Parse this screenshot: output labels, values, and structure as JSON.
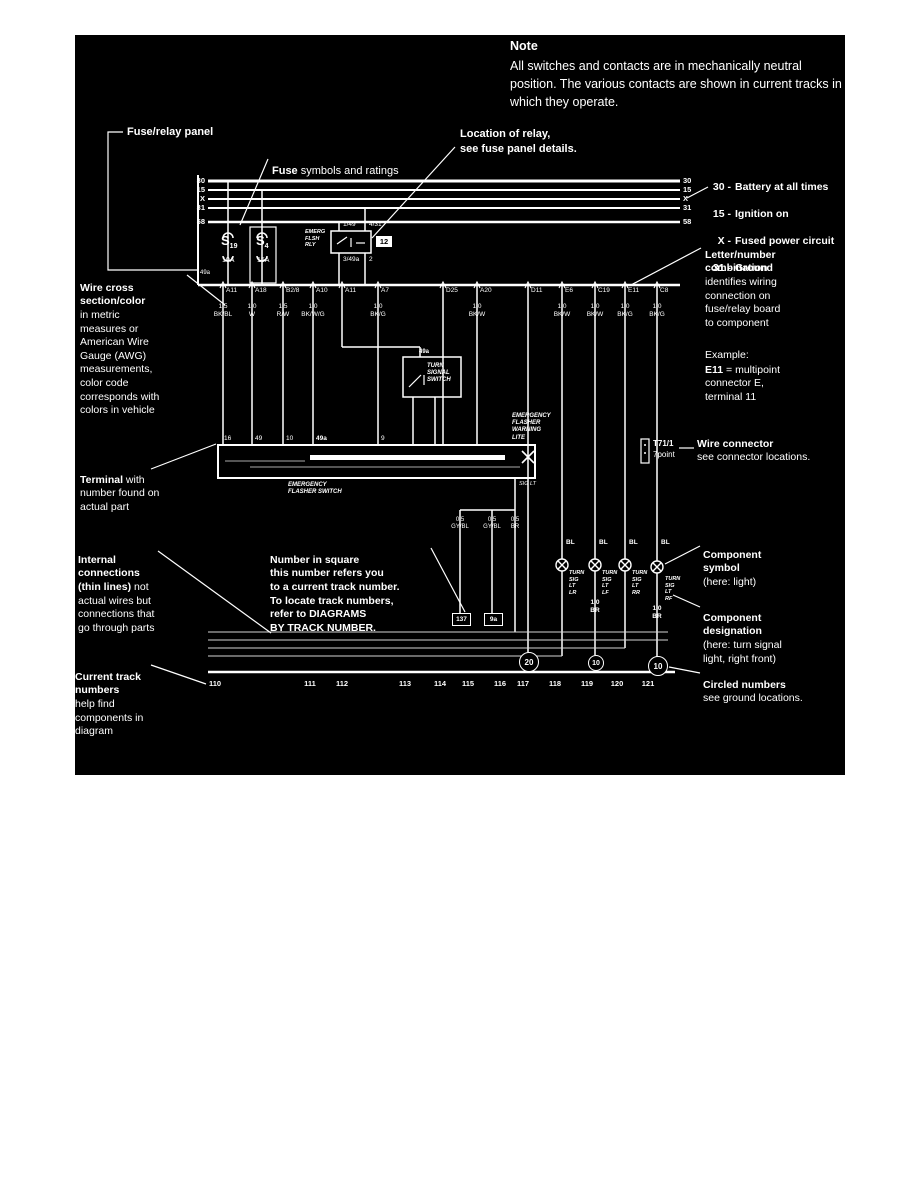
{
  "note": {
    "title": "Note",
    "body": "All switches and contacts are in mechanically neutral position. The various contacts are shown in current tracks in which they operate."
  },
  "callouts": {
    "fuse_relay_panel": "Fuse/relay panel",
    "fuse_symbols": {
      "bold": "Fuse",
      "rest": " symbols and ratings"
    },
    "location_of_relay": "Location of relay,\nsee fuse panel details.",
    "bus_legend": [
      {
        "num": "30 -",
        "text": "Battery at all times"
      },
      {
        "num": "15 -",
        "text": "Ignition on"
      },
      {
        "num": "X -",
        "text": "Fused power circuit"
      },
      {
        "num": "31 -",
        "text": "Ground"
      }
    ],
    "letter_number": {
      "bold": "Letter/number\ncombination",
      "rest": "\nidentifies wiring\nconnection on\nfuse/relay board\nto component",
      "example_label": "Example:",
      "example_bold": "E11",
      "example_rest": " = multipoint\nconnector E,\nterminal 11"
    },
    "wire_cross": {
      "bold": "Wire cross\nsection/color",
      "rest": "\nin metric\nmeasures or\nAmerican Wire\nGauge (AWG)\nmeasurements,\ncolor code\ncorresponds with\ncolors in vehicle"
    },
    "terminal": {
      "bold": "Terminal",
      "rest": " with\nnumber found on\nactual part"
    },
    "internal": {
      "bold": "Internal\nconnections\n(thin lines)",
      "rest": " not\nactual wires but\nconnections that\ngo through parts"
    },
    "number_in_square": {
      "bold": "Number in square",
      "rest": "\nthis number refers you\nto a current track number.\nTo locate track numbers,\nrefer to DIAGRAMS\nBY TRACK NUMBER."
    },
    "current_track": {
      "bold": "Current track\nnumbers",
      "rest": "\nhelp find\ncomponents in\ndiagram"
    },
    "wire_connector": {
      "label": "T71/1",
      "sub": "7point",
      "bold": "Wire connector",
      "rest": "see connector locations."
    },
    "component_symbol": {
      "bold": "Component\nsymbol",
      "rest": "\n(here: light)"
    },
    "component_designation": {
      "bold": "Component\ndesignation",
      "rest": "\n(here: turn signal\nlight, right front)"
    },
    "circled_numbers": {
      "bold": "Circled numbers",
      "rest": "\nsee ground locations."
    }
  },
  "diagram": {
    "bus_labels_left": [
      "30",
      "15",
      "X",
      "31",
      "58"
    ],
    "bus_labels_right": [
      "30",
      "15",
      "X",
      "31",
      "58"
    ],
    "panel_terminal": "49a",
    "fuses": [
      {
        "letter": "S",
        "sub": "19",
        "rating": "10A"
      },
      {
        "letter": "S",
        "sub": "4",
        "rating": "15A"
      }
    ],
    "relay": {
      "name": "EMERG\nFLSH\nRLY",
      "t_top_left": "1/49",
      "t_top_right": "4/31",
      "t_bottom_left": "3/49a",
      "t_bottom_right": "2",
      "track_ref": "12"
    },
    "terminals": [
      "A11",
      "A18",
      "B2/8",
      "A10",
      "A11",
      "A7",
      "D25",
      "A20",
      "D11",
      "E6",
      "C19",
      "E11",
      "C8"
    ],
    "gauges": [
      "1.5\nBK/BL",
      "1.0\nW",
      "1.5\nR/W",
      "1.0\nBK/W/G",
      "",
      "1.0\nBK/G",
      "",
      "1.0\nBK/W",
      "",
      "1.0\nBK/W",
      "1.0\nBK/W",
      "1.0\nBK/G",
      "1.0\nBK/G"
    ],
    "turn_signal_switch": {
      "terminal": "49a",
      "label": "TURN\nSIGNAL\nSWITCH"
    },
    "flasher_switch": {
      "terminals": [
        "16",
        "49",
        "10",
        "49a",
        "9"
      ],
      "label": "EMERGENCY\nFLASHER SWITCH"
    },
    "warning_lite": {
      "label": "EMERGENCY\nFLASHER\nWARNING\nLITE"
    },
    "switch_output_label": "SIG LT",
    "drop_wires": [
      "0.5\nGY/BL",
      "0.5\nGY/BL",
      "0.5\nBR"
    ],
    "track_squares": [
      "137",
      "9a"
    ],
    "lamps": [
      {
        "wire": "BL",
        "label": "TURN\nSIG\nLT\nLR"
      },
      {
        "wire": "BL",
        "label": "TURN\nSIG\nLT\nLF",
        "ground": "1.0\nBR"
      },
      {
        "wire": "BL",
        "label": "TURN\nSIG\nLT\nRR"
      },
      {
        "wire": "BL",
        "label": "TURN\nSIG\nLT\nRF",
        "ground": "1.0\nBR"
      }
    ],
    "ground_circles": [
      "20",
      "10",
      "10"
    ],
    "track_numbers": [
      "110",
      "111",
      "112",
      "113",
      "114",
      "115",
      "116",
      "117",
      "118",
      "119",
      "120",
      "121"
    ]
  },
  "colors": {
    "page_bg": "#ffffff",
    "panel_bg": "#000000",
    "ink": "#ffffff"
  }
}
